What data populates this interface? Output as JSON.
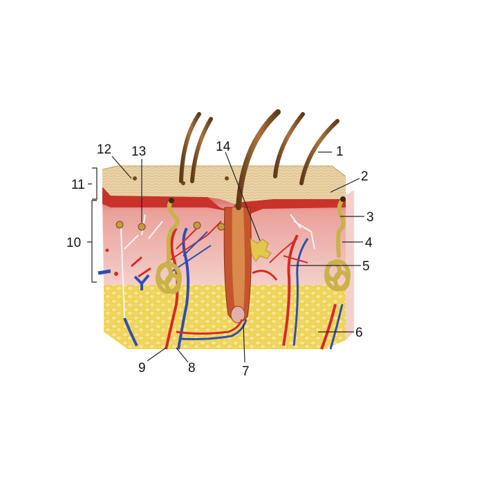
{
  "labels": {
    "n1": "1",
    "n2": "2",
    "n3": "3",
    "n4": "4",
    "n5": "5",
    "n6": "6",
    "n7": "7",
    "n8": "8",
    "n9": "9",
    "n10": "10",
    "n11": "11",
    "n12": "12",
    "n13": "13",
    "n14": "14"
  },
  "colors": {
    "epidermis_top": "#e8cfa0",
    "epidermis_red": "#c8322a",
    "dermis": "#f2c7c2",
    "fat": "#f3dc6a",
    "hair": "#8b5a2b",
    "gland": "#c9b24a",
    "artery": "#d42a2a",
    "vein": "#2f4fb0"
  }
}
